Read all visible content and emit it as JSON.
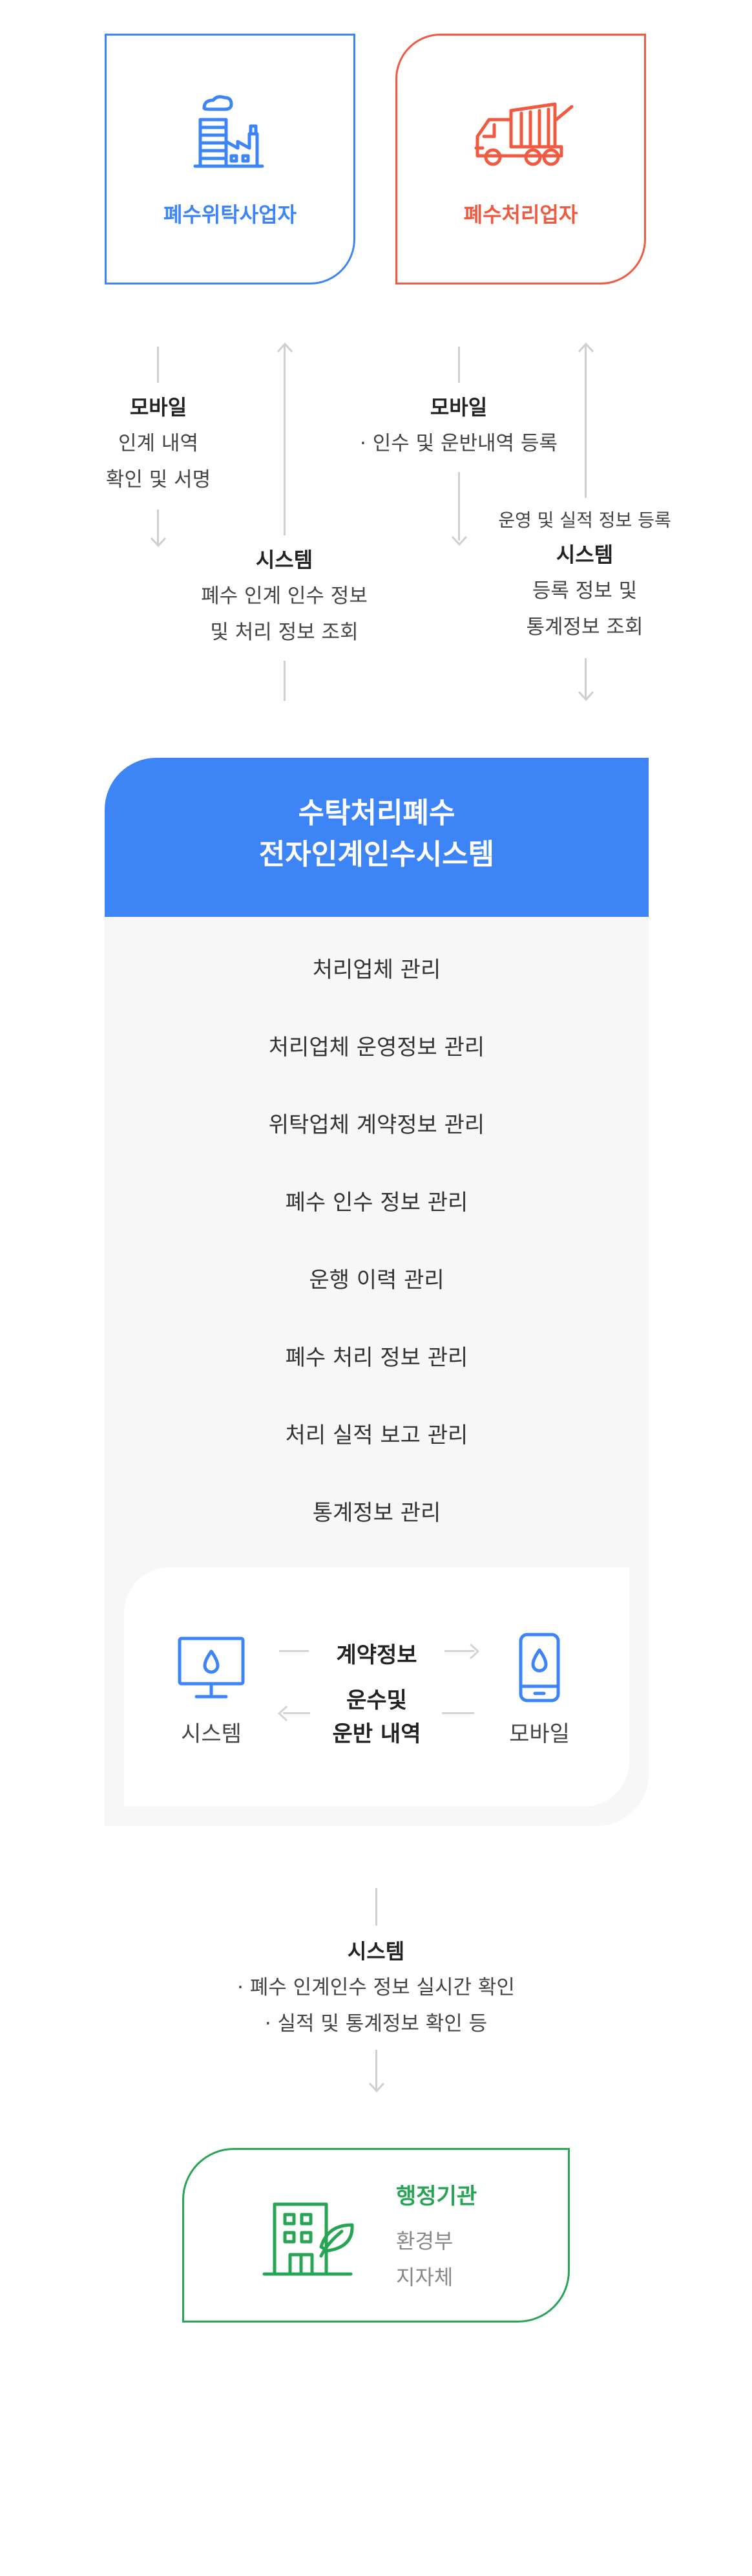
{
  "top": {
    "consignor": {
      "label": "폐수위탁사업자",
      "icon": "factory-icon",
      "color": "#3d84f7"
    },
    "processor": {
      "label": "폐수처리업자",
      "icon": "truck-icon",
      "color": "#f05a40"
    }
  },
  "flows": {
    "consignor_mobile": {
      "title": "모바일",
      "line1": "인계 내역",
      "line2": "확인 및 서명"
    },
    "consignor_system": {
      "title": "시스템",
      "line1": "폐수 인계 인수 정보",
      "line2": "및 처리 정보 조회"
    },
    "processor_mobile": {
      "title": "모바일",
      "line1": "· 인수 및 운반내역 등록"
    },
    "processor_system": {
      "note": "운영 및 실적 정보 등록",
      "title": "시스템",
      "line1": "등록 정보 및",
      "line2": "통계정보 조회"
    }
  },
  "system": {
    "title_line1": "수탁처리폐수",
    "title_line2": "전자인계인수시스템",
    "items": [
      "처리업체 관리",
      "처리업체 운영정보 관리",
      "위탁업체 계약정보 관리",
      "폐수 인수 정보 관리",
      "운행 이력 관리",
      "폐수 처리 정보 관리",
      "처리 실적 보고 관리",
      "통계정보 관리"
    ],
    "inner": {
      "left_label": "시스템",
      "right_label": "모바일",
      "to_mobile": "계약정보",
      "to_system_line1": "운수및",
      "to_system_line2": "운반 내역",
      "left_icon": "monitor-icon",
      "right_icon": "smartphone-icon"
    }
  },
  "bottom_flow": {
    "title": "시스템",
    "line1": "· 폐수 인계인수 정보 실시간 확인",
    "line2": "· 실적 및 통계정보 확인 등"
  },
  "agency": {
    "title": "행정기관",
    "line1": "환경부",
    "line2": "지자체",
    "icon": "eco-building-icon",
    "color": "#27a555"
  }
}
